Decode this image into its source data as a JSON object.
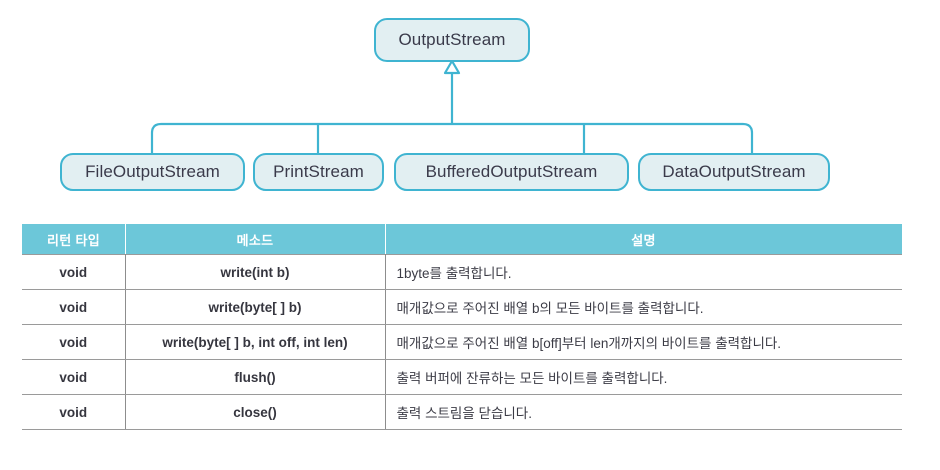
{
  "diagram": {
    "type": "uml-inheritance",
    "root": {
      "label": "OutputStream"
    },
    "children": [
      {
        "label": "FileOutputStream"
      },
      {
        "label": "PrintStream"
      },
      {
        "label": "BufferedOutputStream"
      },
      {
        "label": "DataOutputStream"
      }
    ],
    "colors": {
      "node_fill": "#e2eff2",
      "node_border": "#3fb4d1",
      "connector": "#3fb4d1",
      "node_text": "#3a3a4a"
    }
  },
  "table": {
    "headers": [
      "리턴 타입",
      "메소드",
      "설명"
    ],
    "header_bg": "#6cc7d9",
    "rows": [
      {
        "return_type": "void",
        "method": "write(int b)",
        "description": "1byte를 출력합니다."
      },
      {
        "return_type": "void",
        "method": "write(byte[ ] b)",
        "description": "매개값으로 주어진 배열 b의 모든 바이트를 출력합니다."
      },
      {
        "return_type": "void",
        "method": "write(byte[ ] b, int off, int len)",
        "description": "매개값으로 주어진 배열 b[off]부터 len개까지의 바이트를 출력합니다."
      },
      {
        "return_type": "void",
        "method": "flush()",
        "description": "출력 버퍼에 잔류하는 모든 바이트를 출력합니다."
      },
      {
        "return_type": "void",
        "method": "close()",
        "description": "출력 스트림을 닫습니다."
      }
    ]
  }
}
